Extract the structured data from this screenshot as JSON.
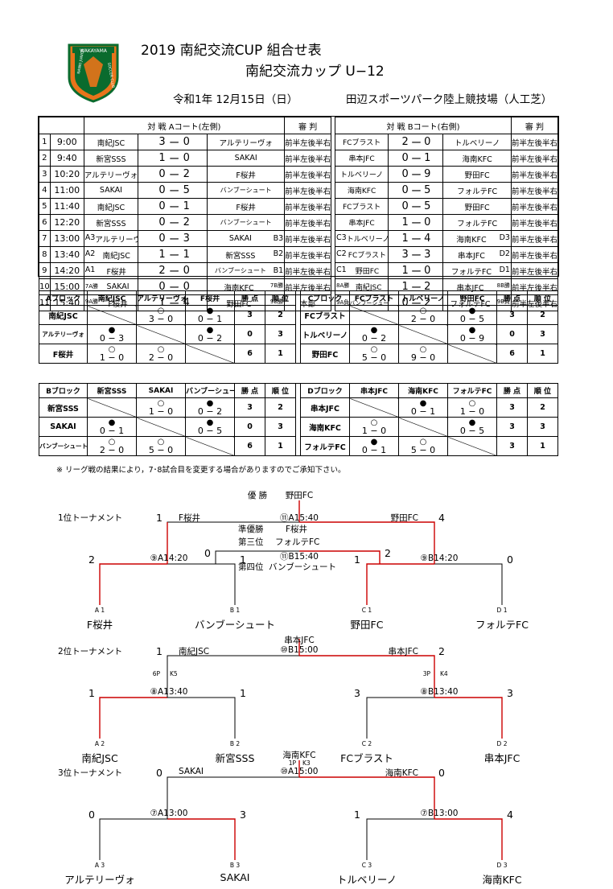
{
  "header": {
    "title": "2019 南紀交流CUP 組合せ表",
    "subtitle": "南紀交流カップ U−12",
    "date": "令和1年 12月15日（日）",
    "venue": "田辺スポーツパーク陸上競技場（人工芝）",
    "logo_text": "WAKAYAMA NANKI JUNIOR SOCCER CLUB"
  },
  "matches": {
    "headA": "対 戦 Aコート(左側)",
    "headB": "対 戦 Bコート(右側)",
    "headRef": "審 判",
    "dash": "ー",
    "rows": [
      {
        "n": "1",
        "t": "9:00",
        "ac": "",
        "a1": "南紀JSC",
        "s1": "3",
        "s2": "0",
        "a2": "アルテリーヴォ",
        "ac2": "",
        "ar": "前半左後半右",
        "bc": "",
        "b1": "FCブラスト",
        "t1": "2",
        "t2": "0",
        "b2": "トルベリーノ",
        "bc2": "",
        "br": "前半左後半右"
      },
      {
        "n": "2",
        "t": "9:40",
        "ac": "",
        "a1": "新宮SSS",
        "s1": "1",
        "s2": "0",
        "a2": "SAKAI",
        "ac2": "",
        "ar": "前半左後半右",
        "bc": "",
        "b1": "串本JFC",
        "t1": "0",
        "t2": "1",
        "b2": "海南KFC",
        "bc2": "",
        "br": "前半左後半右"
      },
      {
        "n": "3",
        "t": "10:20",
        "ac": "",
        "a1": "アルテリーヴォ",
        "s1": "0",
        "s2": "2",
        "a2": "F桜井",
        "ac2": "",
        "ar": "前半左後半右",
        "bc": "",
        "b1": "トルベリーノ",
        "t1": "0",
        "t2": "9",
        "b2": "野田FC",
        "bc2": "",
        "br": "前半左後半右"
      },
      {
        "n": "4",
        "t": "11:00",
        "ac": "",
        "a1": "SAKAI",
        "s1": "0",
        "s2": "5",
        "a2": "バンブーシュート",
        "ac2": "",
        "ar": "前半左後半右",
        "bc": "",
        "b1": "海南KFC",
        "t1": "0",
        "t2": "5",
        "b2": "フォルテFC",
        "bc2": "",
        "br": "前半左後半右"
      },
      {
        "n": "5",
        "t": "11:40",
        "ac": "",
        "a1": "南紀JSC",
        "s1": "0",
        "s2": "1",
        "a2": "F桜井",
        "ac2": "",
        "ar": "前半左後半右",
        "bc": "",
        "b1": "FCブラスト",
        "t1": "0",
        "t2": "5",
        "b2": "野田FC",
        "bc2": "",
        "br": "前半左後半右"
      },
      {
        "n": "6",
        "t": "12:20",
        "ac": "",
        "a1": "新宮SSS",
        "s1": "0",
        "s2": "2",
        "a2": "バンブーシュート",
        "ac2": "",
        "ar": "前半左後半右",
        "bc": "",
        "b1": "串本JFC",
        "t1": "1",
        "t2": "0",
        "b2": "フォルテFC",
        "bc2": "",
        "br": "前半左後半右"
      },
      {
        "n": "7",
        "t": "13:00",
        "ac": "A3",
        "a1": "アルテリーヴォ",
        "s1": "0",
        "s2": "3",
        "a2": "SAKAI",
        "ac2": "B3",
        "ar": "前半左後半右",
        "bc": "C3",
        "b1": "トルベリーノ",
        "t1": "1",
        "t2": "4",
        "b2": "海南KFC",
        "bc2": "D3",
        "br": "前半左後半右"
      },
      {
        "n": "8",
        "t": "13:40",
        "ac": "A2",
        "a1": "南紀JSC",
        "s1": "1",
        "s2": "1",
        "a2": "新宮SSS",
        "ac2": "B2",
        "ar": "前半左後半右",
        "bc": "C2",
        "b1": "FCブラスト",
        "t1": "3",
        "t2": "3",
        "b2": "串本JFC",
        "bc2": "D2",
        "br": "前半左後半右"
      },
      {
        "n": "9",
        "t": "14:20",
        "ac": "A1",
        "a1": "F桜井",
        "s1": "2",
        "s2": "0",
        "a2": "バンブーシュート",
        "ac2": "B1",
        "ar": "前半左後半右",
        "bc": "C1",
        "b1": "野田FC",
        "t1": "1",
        "t2": "0",
        "b2": "フォルテFC",
        "bc2": "D1",
        "br": "前半左後半右"
      },
      {
        "n": "10",
        "t": "15:00",
        "ac": "7A勝",
        "a1": "SAKAI",
        "s1": "0",
        "s2": "0",
        "a2": "海南KFC",
        "ac2": "7B勝",
        "ar": "前半左後半右",
        "bc": "8A勝",
        "b1": "南紀JSC",
        "t1": "1",
        "t2": "2",
        "b2": "串本JFC",
        "bc2": "8B勝",
        "br": "前半左後半右"
      },
      {
        "n": "11",
        "t": "15:40",
        "ac": "9A勝",
        "a1": "F桜井",
        "s1": "1",
        "s2": "4",
        "a2": "野田FC",
        "ac2": "9B勝",
        "ar": "本部",
        "bc": "9A負",
        "b1": "バンブーシュート",
        "t1": "0",
        "t2": "2",
        "b2": "フォルテFC",
        "bc2": "9B負",
        "br": "前半左後半右"
      }
    ]
  },
  "league": {
    "pts": "勝 点",
    "rank": "順 位",
    "tables": [
      {
        "blocks": [
          {
            "name": "Aブロック",
            "teams": [
              "南紀JSC",
              "アルテリーヴォ",
              "F桜井"
            ],
            "cells": [
              [
                null,
                {
                  "m": "○",
                  "s": "3 − 0"
                },
                {
                  "m": "●",
                  "s": "0 − 1"
                }
              ],
              [
                {
                  "m": "●",
                  "s": "0 − 3"
                },
                null,
                {
                  "m": "●",
                  "s": "0 − 2"
                }
              ],
              [
                {
                  "m": "○",
                  "s": "1 − 0"
                },
                {
                  "m": "○",
                  "s": "2 − 0"
                },
                null
              ]
            ],
            "pts": [
              "3",
              "0",
              "6"
            ],
            "rank": [
              "2",
              "3",
              "1"
            ]
          },
          {
            "name": "Cブロック",
            "teams": [
              "FCブラスト",
              "トルベリーノ",
              "野田FC"
            ],
            "cells": [
              [
                null,
                {
                  "m": "○",
                  "s": "2 − 0"
                },
                {
                  "m": "●",
                  "s": "0 − 5"
                }
              ],
              [
                {
                  "m": "●",
                  "s": "0 − 2"
                },
                null,
                {
                  "m": "●",
                  "s": "0 − 9"
                }
              ],
              [
                {
                  "m": "○",
                  "s": "5 − 0"
                },
                {
                  "m": "○",
                  "s": "9 − 0"
                },
                null
              ]
            ],
            "pts": [
              "3",
              "0",
              "6"
            ],
            "rank": [
              "2",
              "3",
              "1"
            ]
          }
        ]
      },
      {
        "blocks": [
          {
            "name": "Bブロック",
            "teams": [
              "新宮SSS",
              "SAKAI",
              "バンブーシュート"
            ],
            "cells": [
              [
                null,
                {
                  "m": "○",
                  "s": "1 − 0"
                },
                {
                  "m": "●",
                  "s": "0 − 2"
                }
              ],
              [
                {
                  "m": "●",
                  "s": "0 − 1"
                },
                null,
                {
                  "m": "●",
                  "s": "0 − 5"
                }
              ],
              [
                {
                  "m": "○",
                  "s": "2 − 0"
                },
                {
                  "m": "○",
                  "s": "5 − 0"
                },
                null
              ]
            ],
            "pts": [
              "3",
              "0",
              "6"
            ],
            "rank": [
              "2",
              "3",
              "1"
            ]
          },
          {
            "name": "Dブロック",
            "teams": [
              "串本JFC",
              "海南KFC",
              "フォルテFC"
            ],
            "cells": [
              [
                null,
                {
                  "m": "●",
                  "s": "0 − 1"
                },
                {
                  "m": "○",
                  "s": "1 − 0"
                }
              ],
              [
                {
                  "m": "○",
                  "s": "1 − 0"
                },
                null,
                {
                  "m": "●",
                  "s": "0 − 5"
                }
              ],
              [
                {
                  "m": "●",
                  "s": "0 − 1"
                },
                {
                  "m": "○",
                  "s": "5 − 0"
                },
                null
              ]
            ],
            "pts": [
              "3",
              "3",
              "3"
            ],
            "rank": [
              "2",
              "3",
              "1"
            ]
          }
        ]
      }
    ],
    "note": "※ リーグ戦の結果により，7･8試合目を変更する場合がありますのでご承知下さい。"
  },
  "bracket": {
    "t1": {
      "label": "1位トーナメント",
      "champ_label": "優 勝",
      "champ": "野田FC",
      "runner_label": "準優勝",
      "runner": "F桜井",
      "third_label": "第三位",
      "third": "フォルテFC",
      "fourth_label": "第四位",
      "fourth": "バンブーシュート",
      "final": "⑪A15:40",
      "final_l": "F桜井",
      "final_r": "野田FC",
      "final_ls": "1",
      "final_rs": "4",
      "third_game": "⑪B15:40",
      "third_ls": "0",
      "third_rs": "2",
      "semiA": "⑨A14:20",
      "semiA_l": "2",
      "semiA_r": "1",
      "semiB": "⑨B14:20",
      "semiB_l": "1",
      "semiB_r": "0",
      "seeds": [
        "A 1",
        "B 1",
        "C 1",
        "D 1"
      ],
      "teams": [
        "F桜井",
        "バンブーシュート",
        "野田FC",
        "フォルテFC"
      ]
    },
    "t2": {
      "label": "2位トーナメント",
      "champ": "串本JFC",
      "final": "⑩B15:00",
      "final_l": "南紀JSC",
      "final_r": "串本JFC",
      "final_ls": "1",
      "final_rs": "2",
      "semiA": "⑧A13:40",
      "semiA_l": "1",
      "semiA_r": "1",
      "pkA_l": "6P",
      "pkA_r": "K5",
      "semiB": "⑧B13:40",
      "semiB_l": "3",
      "semiB_r": "3",
      "pkB_l": "3P",
      "pkB_r": "K4",
      "seeds": [
        "A 2",
        "B 2",
        "C 2",
        "D 2"
      ],
      "teams": [
        "南紀JSC",
        "新宮SSS",
        "FCブラスト",
        "串本JFC"
      ]
    },
    "t3": {
      "label": "3位トーナメント",
      "champ": "海南KFC",
      "pk_l": "1P",
      "pk_r": "K3",
      "final": "⑩A15:00",
      "final_l": "SAKAI",
      "final_r": "海南KFC",
      "final_ls": "0",
      "final_rs": "0",
      "semiA": "⑦A13:00",
      "semiA_l": "0",
      "semiA_r": "3",
      "semiB": "⑦B13:00",
      "semiB_l": "1",
      "semiB_r": "4",
      "seeds": [
        "A 3",
        "B 3",
        "C 3",
        "D 3"
      ],
      "teams": [
        "アルテリーヴォ",
        "SAKAI",
        "トルベリーノ",
        "海南KFC"
      ]
    }
  },
  "colors": {
    "win": "#cc0000",
    "line": "#000000",
    "logo_green": "#0a6b2e",
    "logo_orange": "#e8741a"
  }
}
